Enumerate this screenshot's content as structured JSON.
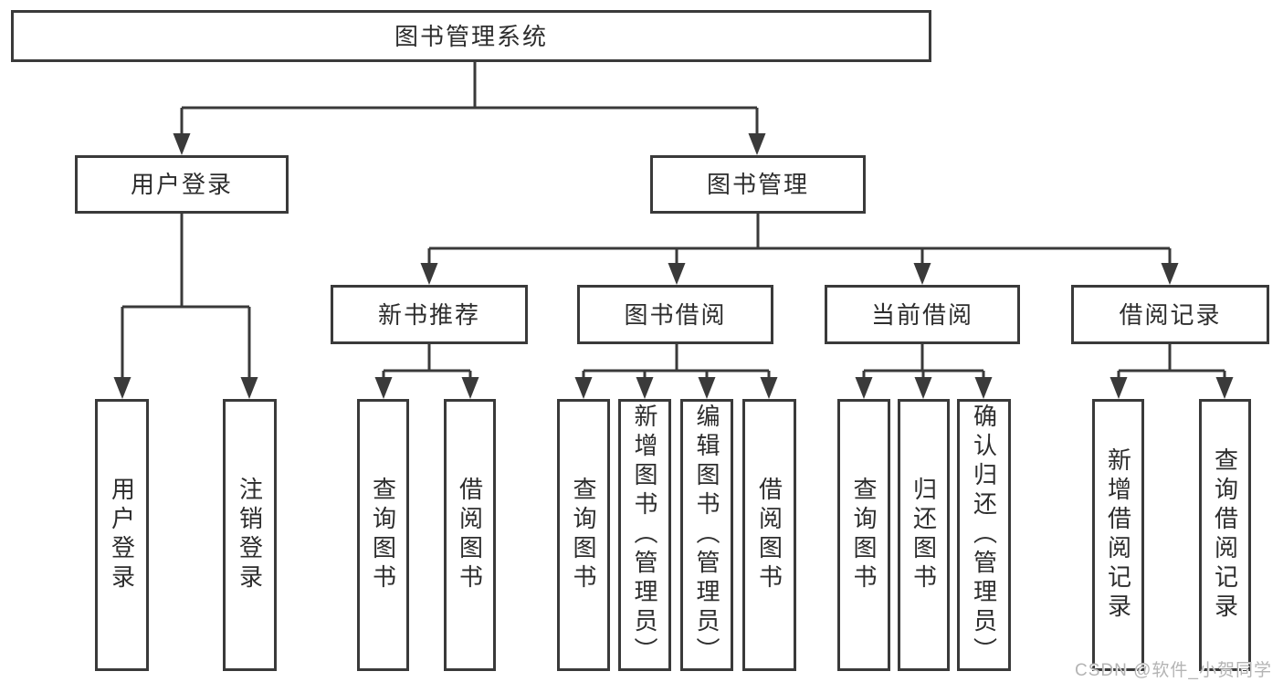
{
  "colors": {
    "line": "#3a3a3a",
    "box_border": "#3a3a3a",
    "text": "#2d2d2d",
    "background": "#ffffff",
    "watermark": "#b4b4b4"
  },
  "watermark": {
    "text": "CSDN @软件_小贺同学"
  },
  "tree": {
    "root": {
      "label": "图书管理系统"
    },
    "branches": [
      {
        "label": "用户登录",
        "leaves": [
          {
            "label": "用户登录"
          },
          {
            "label": "注销登录"
          }
        ]
      },
      {
        "label": "图书管理",
        "children": [
          {
            "label": "新书推荐",
            "leaves": [
              {
                "label": "查询图书"
              },
              {
                "label": "借阅图书"
              }
            ]
          },
          {
            "label": "图书借阅",
            "leaves": [
              {
                "label": "查询图书"
              },
              {
                "label": "新增图书（管理员）"
              },
              {
                "label": "编辑图书（管理员）"
              },
              {
                "label": "借阅图书"
              }
            ]
          },
          {
            "label": "当前借阅",
            "leaves": [
              {
                "label": "查询图书"
              },
              {
                "label": "归还图书"
              },
              {
                "label": "确认归还（管理员）"
              }
            ]
          },
          {
            "label": "借阅记录",
            "leaves": [
              {
                "label": "新增借阅记录"
              },
              {
                "label": "查询借阅记录"
              }
            ]
          }
        ]
      }
    ]
  }
}
